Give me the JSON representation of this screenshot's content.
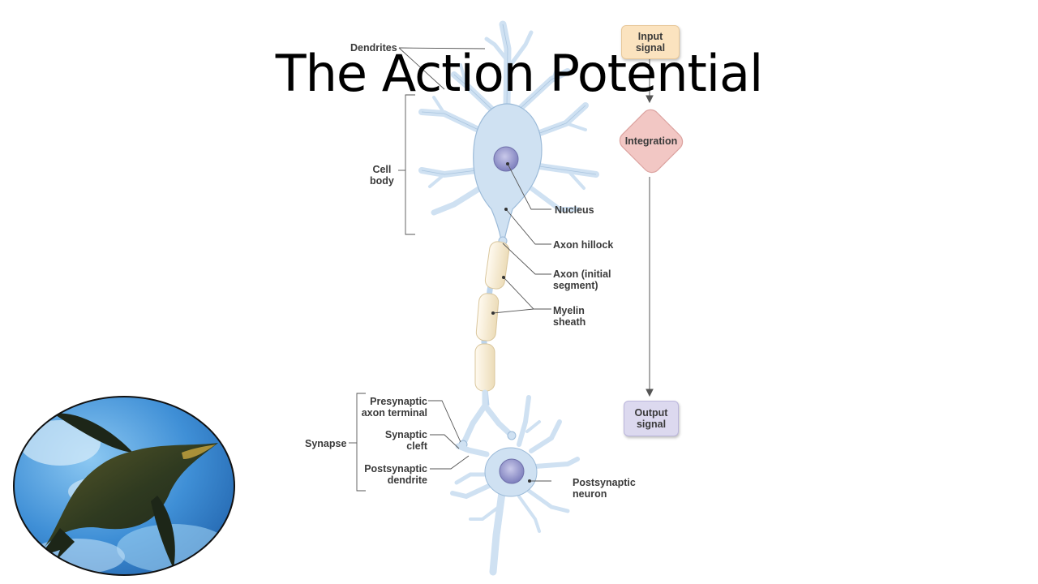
{
  "slide": {
    "title": "The Action Potential"
  },
  "neuron_labels": {
    "dendrites": "Dendrites",
    "cell_body_line1": "Cell",
    "cell_body_line2": "body",
    "nucleus": "Nucleus",
    "axon_hillock": "Axon hillock",
    "axon_initial_line1": "Axon (initial",
    "axon_initial_line2": "segment)",
    "myelin_line1": "Myelin",
    "myelin_line2": "sheath",
    "synapse": "Synapse",
    "presynaptic_line1": "Presynaptic",
    "presynaptic_line2": "axon terminal",
    "synaptic_cleft_line1": "Synaptic",
    "synaptic_cleft_line2": "cleft",
    "postsyn_dendrite_line1": "Postsynaptic",
    "postsyn_dendrite_line2": "dendrite",
    "postsyn_neuron_line1": "Postsynaptic",
    "postsyn_neuron_line2": "neuron"
  },
  "flowchart": {
    "input_line1": "Input",
    "input_line2": "signal",
    "integration": "Integration",
    "output_line1": "Output",
    "output_line2": "signal"
  },
  "colors": {
    "neuron_fill": "#cfe1f2",
    "neuron_stroke": "#9bbad8",
    "myelin_fill": "#f7ecd4",
    "nucleus_fill": "#8f90c4",
    "input_box": "#fbe3bf",
    "integration_box": "#f2c7c4",
    "output_box": "#dcd9ef",
    "photo_sky": "#3f8fd6"
  },
  "icons": {
    "photo": "penguin-swimming-photo"
  }
}
